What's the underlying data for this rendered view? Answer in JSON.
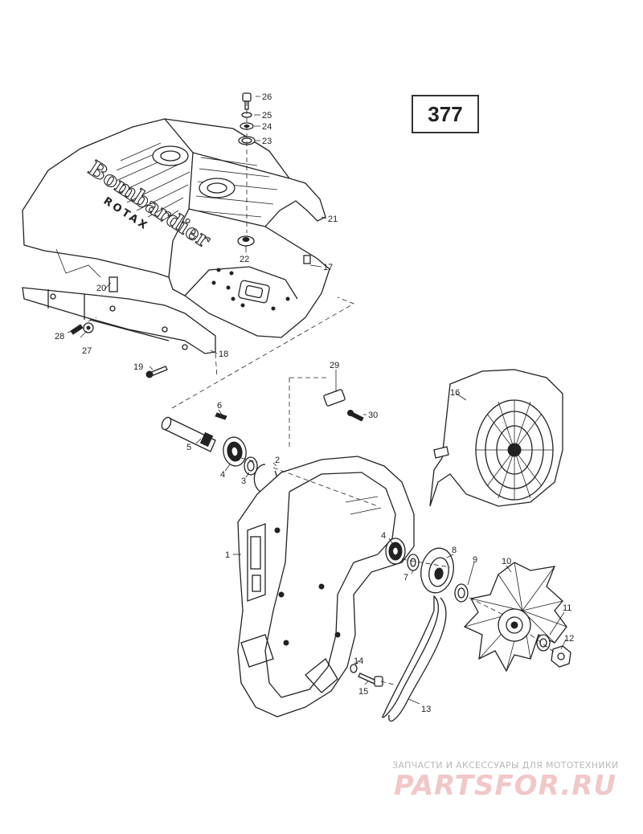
{
  "diagram": {
    "page_number": "377",
    "watermark_subtitle": "ЗАПЧАСТИ И АКСЕССУАРЫ ДЛЯ МОТОТЕХНИКИ",
    "watermark_brand": "PARTSFOR.RU",
    "logo_text": "Bombardier",
    "logo_subtext": "ROTAX",
    "callouts": {
      "c1": "1",
      "c2": "2",
      "c3": "3",
      "c4a": "4",
      "c4b": "4",
      "c5": "5",
      "c6": "6",
      "c7": "7",
      "c8": "8",
      "c9": "9",
      "c10": "10",
      "c11": "11",
      "c12": "12",
      "c13": "13",
      "c14": "14",
      "c15": "15",
      "c16": "16",
      "c17": "17",
      "c18": "18",
      "c19": "19",
      "c20": "20",
      "c21": "21",
      "c22": "22",
      "c23": "23",
      "c24": "24",
      "c25": "25",
      "c26": "26",
      "c27": "27",
      "c28": "28",
      "c29": "29",
      "c30": "30"
    }
  }
}
